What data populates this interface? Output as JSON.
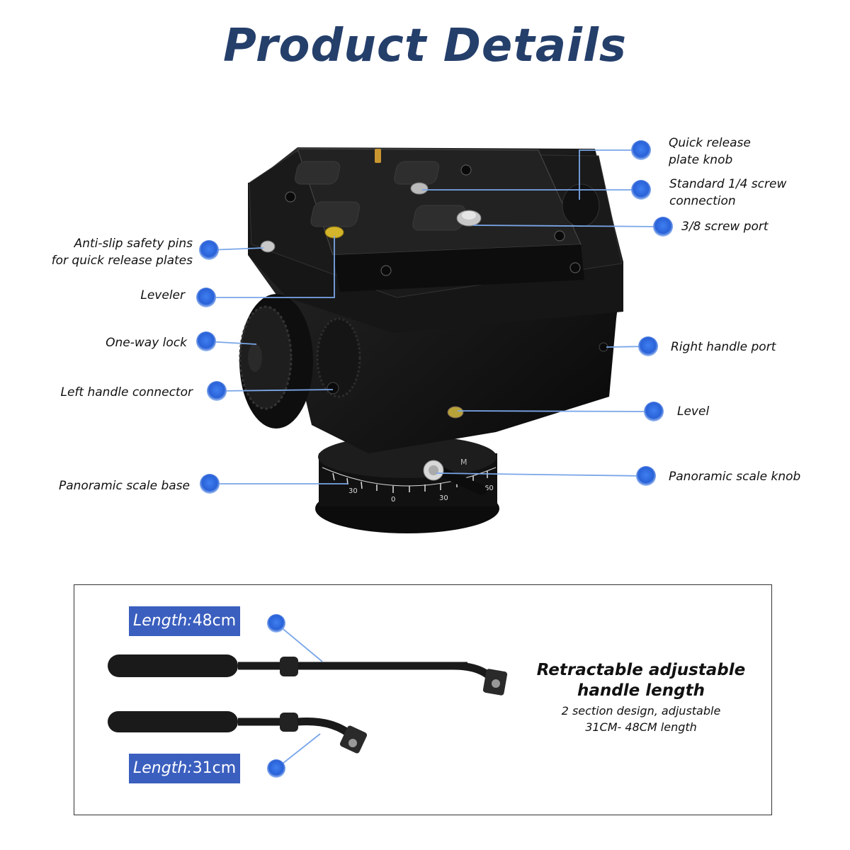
{
  "title": "Product Details",
  "callouts": {
    "quick_release_knob": [
      "Quick release",
      "plate knob"
    ],
    "standard_screw": [
      "Standard 1/4 screw",
      "connection"
    ],
    "screw_port": "3/8 screw port",
    "anti_slip": [
      "Anti-slip safety pins",
      "for quick release plates"
    ],
    "leveler": "Leveler",
    "one_way_lock": "One-way lock",
    "left_handle": "Left handle connector",
    "right_handle": "Right handle port",
    "level": "Level",
    "pano_base": "Panoramic scale base",
    "pano_knob": "Panoramic scale knob"
  },
  "scale_marks": [
    "30",
    "0",
    "30",
    "60"
  ],
  "handle_section": {
    "long_tag": {
      "prefix": "Length:",
      "value": "48cm"
    },
    "short_tag": {
      "prefix": "Length:",
      "value": "31cm"
    },
    "heading": [
      "Retractable adjustable",
      "handle length"
    ],
    "description": [
      "2 section design, adjustable",
      "31CM- 48CM length"
    ]
  },
  "colors": {
    "title": "#253f6b",
    "dot": "#2f6de0",
    "leader": "#7aa6e8",
    "tag_bg": "#3b5fbf"
  }
}
